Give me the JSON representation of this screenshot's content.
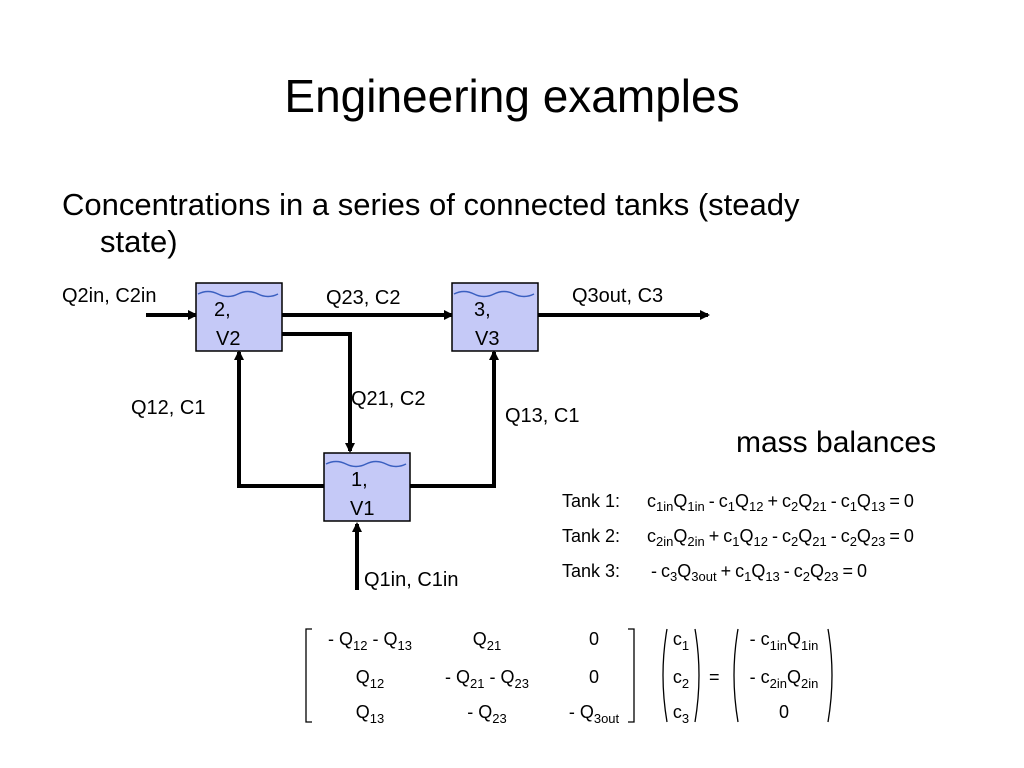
{
  "title": "Engineering examples",
  "subtitle": {
    "line1": "Concentrations in a series of connected tanks (steady",
    "line2": "state)"
  },
  "tanks": [
    {
      "id": "2",
      "line1": "2,",
      "line2": "V2"
    },
    {
      "id": "3",
      "line1": "3,",
      "line2": "V3"
    },
    {
      "id": "1",
      "line1": "1,",
      "line2": "V1"
    }
  ],
  "flows": {
    "q2in": "Q2in, C2in",
    "q23": "Q23, C2",
    "q3out": "Q3out, C3",
    "q12": "Q12, C1",
    "q21": "Q21, C2",
    "q13": "Q13, C1",
    "q1in": "Q1in, C1in"
  },
  "mass_balances": {
    "heading": "mass balances",
    "equations": [
      {
        "name": "Tank 1:",
        "terms": [
          {
            "t": "c",
            "s": "1in"
          },
          {
            "t": "Q",
            "s": "1in"
          },
          {
            "op": "-"
          },
          {
            "t": "c",
            "s": "1"
          },
          {
            "t": "Q",
            "s": "12"
          },
          {
            "op": "+"
          },
          {
            "t": "c",
            "s": "2"
          },
          {
            "t": "Q",
            "s": "21"
          },
          {
            "op": "-"
          },
          {
            "t": "c",
            "s": "1"
          },
          {
            "t": "Q",
            "s": "13"
          },
          {
            "op": "="
          },
          {
            "t": "0"
          }
        ]
      },
      {
        "name": "Tank 2:",
        "terms": [
          {
            "t": "c",
            "s": "2in"
          },
          {
            "t": "Q",
            "s": "2in"
          },
          {
            "op": "+"
          },
          {
            "t": "c",
            "s": "1"
          },
          {
            "t": "Q",
            "s": "12"
          },
          {
            "op": "-"
          },
          {
            "t": "c",
            "s": "2"
          },
          {
            "t": "Q",
            "s": "21"
          },
          {
            "op": "-"
          },
          {
            "t": "c",
            "s": "2"
          },
          {
            "t": "Q",
            "s": "23"
          },
          {
            "op": "="
          },
          {
            "t": "0"
          }
        ]
      },
      {
        "name": "Tank 3:",
        "terms": [
          {
            "op": "-"
          },
          {
            "t": "c",
            "s": "3"
          },
          {
            "t": "Q",
            "s": "3out"
          },
          {
            "op": "+"
          },
          {
            "t": "c",
            "s": "1"
          },
          {
            "t": "Q",
            "s": "13"
          },
          {
            "op": "-"
          },
          {
            "t": "c",
            "s": "2"
          },
          {
            "t": "Q",
            "s": "23"
          },
          {
            "op": "="
          },
          {
            "t": "0"
          }
        ]
      }
    ]
  },
  "matrix": {
    "A": [
      [
        [
          {
            "op": "-"
          },
          {
            "t": "Q",
            "s": "12"
          },
          {
            "op": "-"
          },
          {
            "t": "Q",
            "s": "13"
          }
        ],
        [
          {
            "t": "Q",
            "s": "21"
          }
        ],
        [
          {
            "t": "0"
          }
        ]
      ],
      [
        [
          {
            "t": "Q",
            "s": "12"
          }
        ],
        [
          {
            "op": "-"
          },
          {
            "t": "Q",
            "s": "21"
          },
          {
            "op": "-"
          },
          {
            "t": "Q",
            "s": "23"
          }
        ],
        [
          {
            "t": "0"
          }
        ]
      ],
      [
        [
          {
            "t": "Q",
            "s": "13"
          }
        ],
        [
          {
            "op": "-"
          },
          {
            "t": "Q",
            "s": "23"
          }
        ],
        [
          {
            "op": "-"
          },
          {
            "t": "Q",
            "s": "3out"
          }
        ]
      ]
    ],
    "x": [
      [
        {
          "t": "c",
          "s": "1"
        }
      ],
      [
        {
          "t": "c",
          "s": "2"
        }
      ],
      [
        {
          "t": "c",
          "s": "3"
        }
      ]
    ],
    "equals": "=",
    "b": [
      [
        {
          "op": "-"
        },
        {
          "t": "c",
          "s": "1in"
        },
        {
          "t": "Q",
          "s": "1in"
        }
      ],
      [
        {
          "op": "-"
        },
        {
          "t": "c",
          "s": "2in"
        },
        {
          "t": "Q",
          "s": "2in"
        }
      ],
      [
        {
          "t": "0"
        }
      ]
    ]
  },
  "colors": {
    "tank_fill": "#c5c9f7",
    "tank_border": "#000000",
    "water_line": "#3a5fc0"
  }
}
